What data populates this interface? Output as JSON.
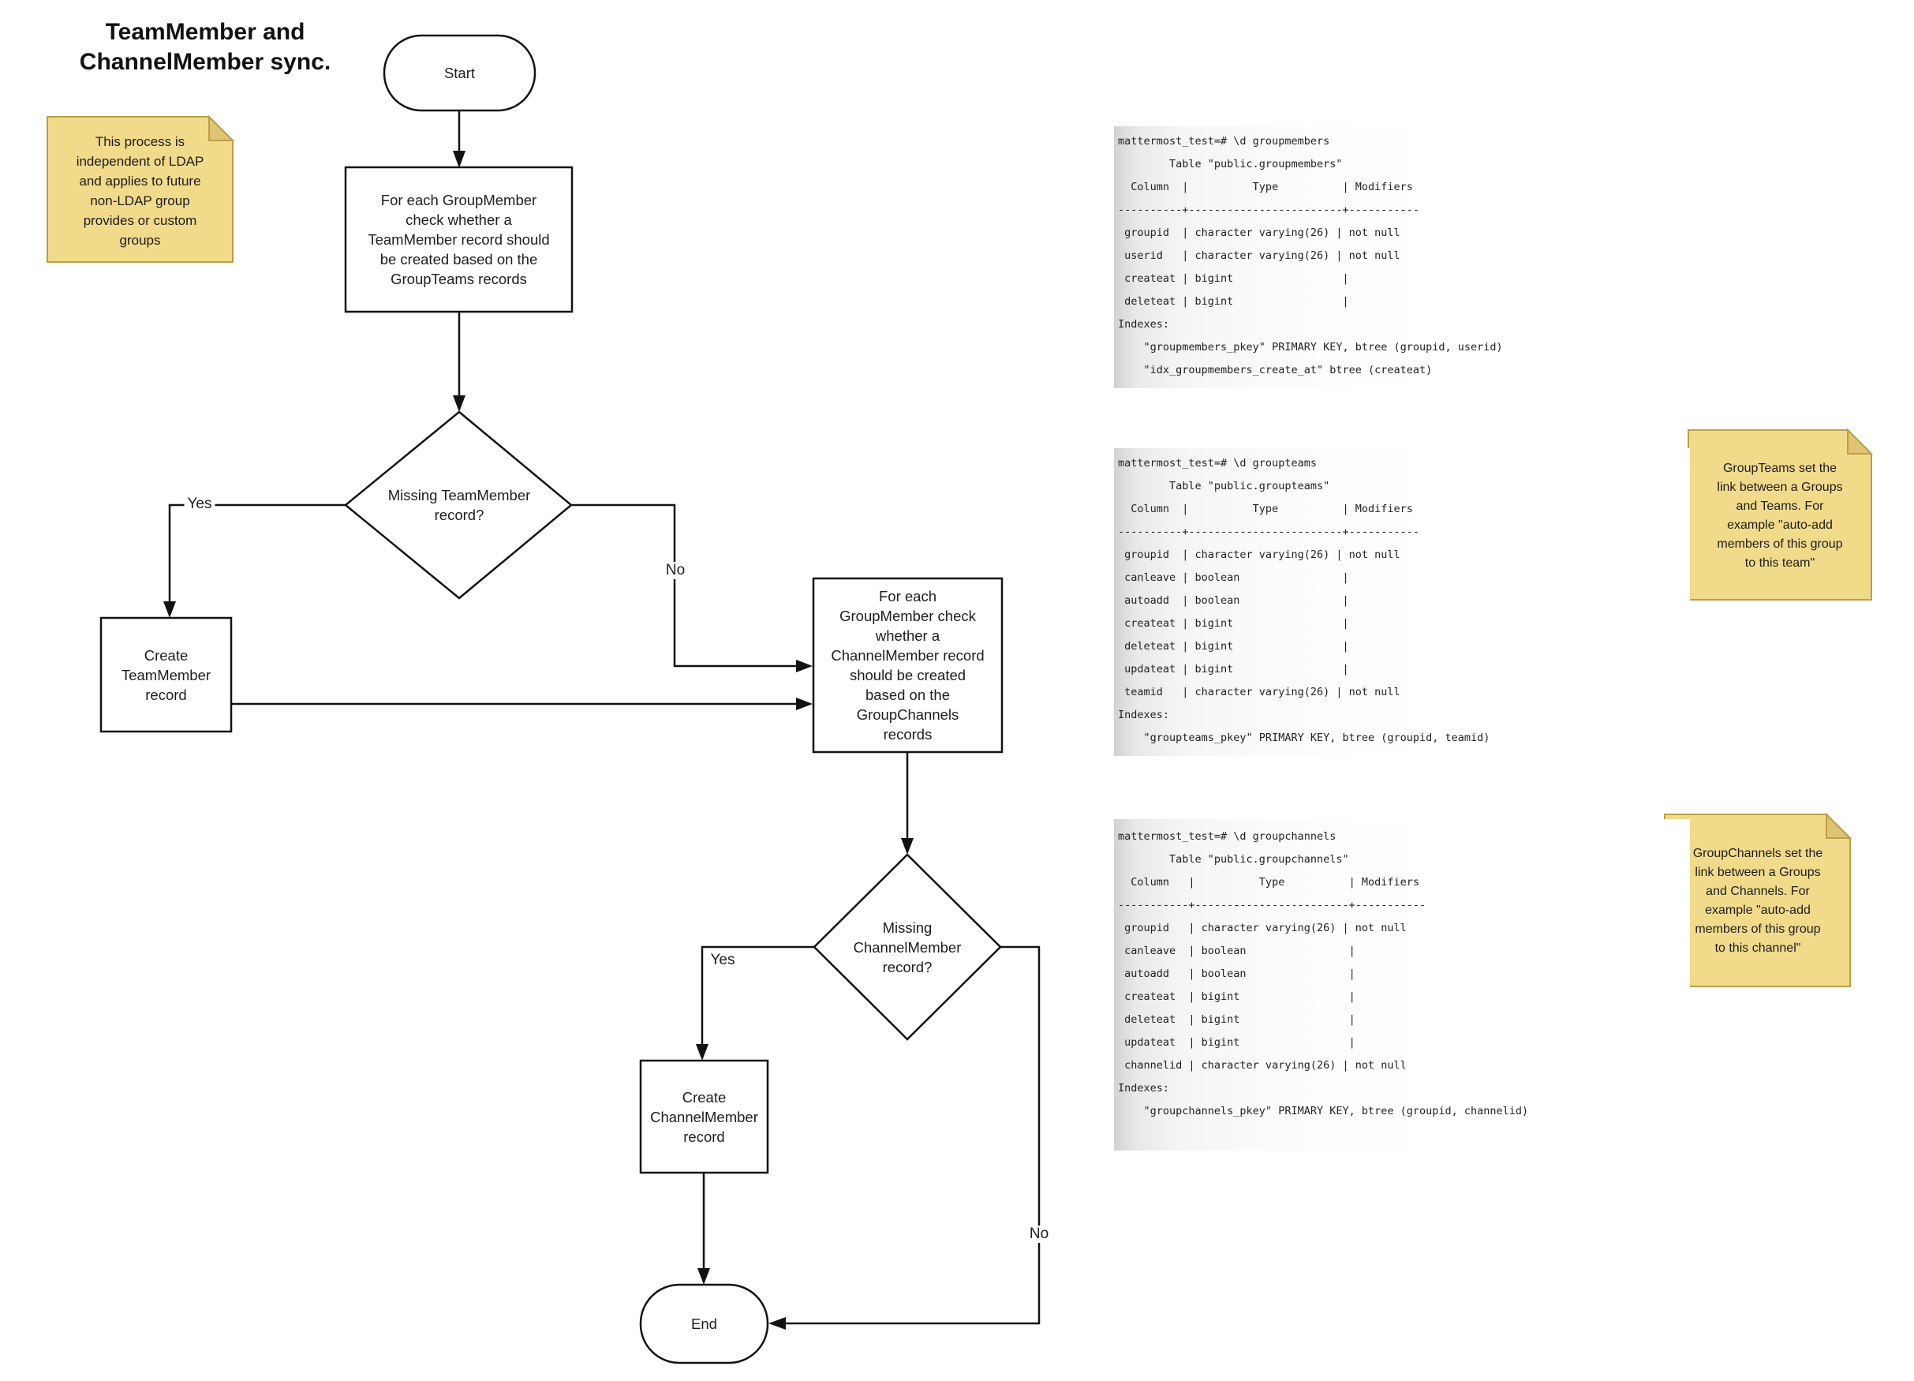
{
  "title": "TeamMember and\nChannelMember sync.",
  "flowchart": {
    "nodes": {
      "start": "Start",
      "check_teammember": "For each GroupMember\ncheck whether a\nTeamMember record should\nbe created based on the\nGroupTeams records",
      "missing_teammember": "Missing TeamMember\nrecord?",
      "create_teammember": "Create\nTeamMember\nrecord",
      "check_channelmember": "For each\nGroupMember check\nwhether a\nChannelMember record\nshould be created\nbased on the\nGroupChannels\nrecords",
      "missing_channelmember": "Missing\nChannelMember\nrecord?",
      "create_channelmember": "Create\nChannelMember\nrecord",
      "end": "End"
    },
    "edge_labels": {
      "team_yes": "Yes",
      "team_no": "No",
      "channel_yes": "Yes",
      "channel_no": "No"
    }
  },
  "sticky_notes": [
    {
      "text": "This process is\nindependent of LDAP\nand applies to future\nnon-LDAP group\nprovides or custom\ngroups"
    },
    {
      "text": "GroupTeams set the\nlink between a Groups\nand Teams. For\nexample \"auto-add\nmembers of this group\nto this team\""
    },
    {
      "text": "GroupChannels set the\nlink between a Groups\nand Channels. For\nexample \"auto-add\nmembers of this group\nto this channel\""
    }
  ],
  "terminal_blocks": [
    {
      "name": "groupmembers",
      "text": "mattermost_test=# \\d groupmembers\n        Table \"public.groupmembers\"\n  Column  |          Type          | Modifiers\n----------+------------------------+-----------\n groupid  | character varying(26) | not null\n userid   | character varying(26) | not null\n createat | bigint                 |\n deleteat | bigint                 |\nIndexes:\n    \"groupmembers_pkey\" PRIMARY KEY, btree (groupid, userid)\n    \"idx_groupmembers_create_at\" btree (createat)"
    },
    {
      "name": "groupteams",
      "text": "mattermost_test=# \\d groupteams\n        Table \"public.groupteams\"\n  Column  |          Type          | Modifiers\n----------+------------------------+-----------\n groupid  | character varying(26) | not null\n canleave | boolean                |\n autoadd  | boolean                |\n createat | bigint                 |\n deleteat | bigint                 |\n updateat | bigint                 |\n teamid   | character varying(26) | not null\nIndexes:\n    \"groupteams_pkey\" PRIMARY KEY, btree (groupid, teamid)"
    },
    {
      "name": "groupchannels",
      "text": "mattermost_test=# \\d groupchannels\n        Table \"public.groupchannels\"\n  Column   |          Type          | Modifiers\n-----------+------------------------+-----------\n groupid   | character varying(26) | not null\n canleave  | boolean                |\n autoadd   | boolean                |\n createat  | bigint                 |\n deleteat  | bigint                 |\n updateat  | bigint                 |\n channelid | character varying(26) | not null\nIndexes:\n    \"groupchannels_pkey\" PRIMARY KEY, btree (groupid, channelid)"
    }
  ],
  "colors": {
    "line": "#121212",
    "node_fill": "#ffffff",
    "sticky_fill": "#F1DB8B",
    "sticky_fold": "#DEC473",
    "sticky_border": "#BC9F45",
    "terminal_edge": "#d2d2d2",
    "text": "#1d1d1d"
  }
}
